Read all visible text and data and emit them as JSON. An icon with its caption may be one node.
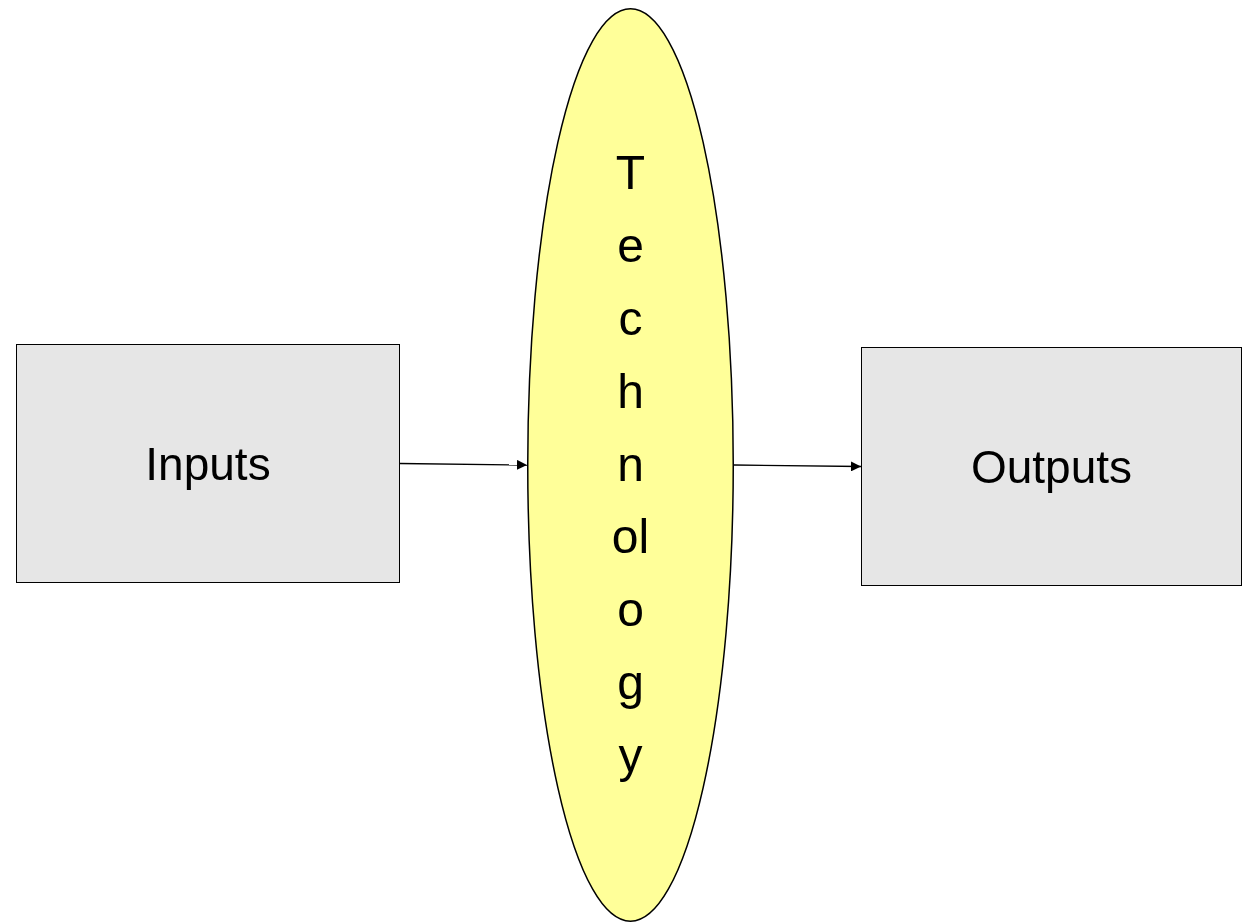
{
  "diagram": {
    "nodes": [
      {
        "text": [
          "Inputs"
        ]
      },
      {
        "text": [
          "Technology"
        ]
      },
      {
        "text": [
          "Outputs"
        ]
      }
    ],
    "edges": [
      {
        "from": 0,
        "to": 1,
        "arrow": "to"
      },
      {
        "from": 1,
        "to": 2,
        "arrow": "to"
      }
    ]
  }
}
